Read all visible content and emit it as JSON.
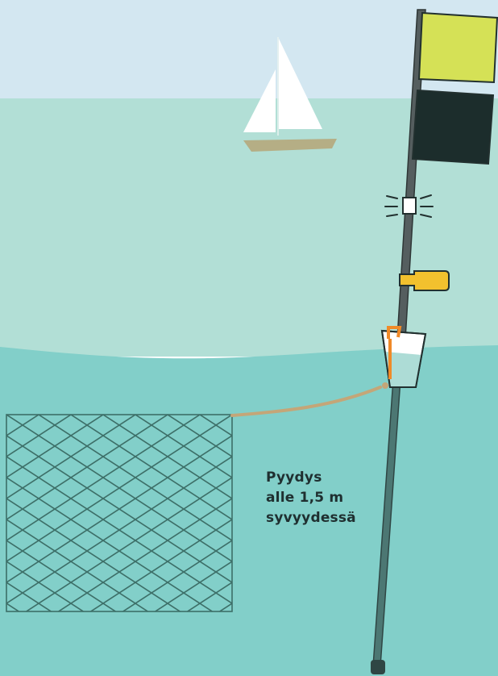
{
  "caption": {
    "line1": "Pyydys",
    "line2": "alle 1,5 m",
    "line3": "syvyydessä"
  },
  "colors": {
    "sky": "#d3e7f1",
    "upper_water": "#b2dfd6",
    "lower_water": "#82cfc9",
    "net": "#3d6f68",
    "rope": "#c4a678",
    "flag_top": "#d5e156",
    "flag_bottom": "#1c2d2c",
    "float_tag": "#f2c12e",
    "buoy_band": "#f08a28",
    "boat_hull": "#b5ae85"
  },
  "icons": [
    "sailboat-icon",
    "marker-pole-icon",
    "flashing-light-icon",
    "float-tag-icon",
    "buoy-icon",
    "fishing-net-icon"
  ]
}
